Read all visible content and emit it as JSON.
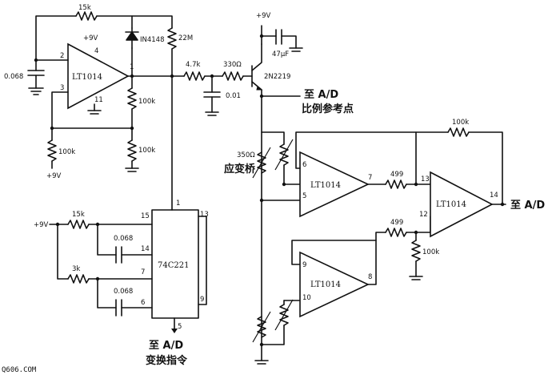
{
  "opamps": [
    {
      "label": "LT1014",
      "pins": {
        "inv": "2",
        "noninv": "3",
        "out": "1",
        "vplus": "4",
        "vminus": "11"
      }
    },
    {
      "label": "LT1014",
      "pins": {
        "inv": "6",
        "noninv": "5",
        "out": "7"
      }
    },
    {
      "label": "LT1014",
      "pins": {
        "inv": "9",
        "noninv": "10",
        "out": "8"
      }
    },
    {
      "label": "LT1014",
      "pins": {
        "inv": "13",
        "noninv": "12",
        "out": "14"
      }
    }
  ],
  "supply": {
    "v_opamp": "+9V",
    "v_transistor": "+9V",
    "v_bottom": "+9V",
    "v_chip": "+9V"
  },
  "components": {
    "r_feedback_top": "15k",
    "c_input": "0.068",
    "diode": "IN4148",
    "r_22m": "22M",
    "r_100k_mid": "100k",
    "r_100k_left": "100k",
    "r_100k_right": "100k",
    "r_47k": "4.7k",
    "c_001": "0.01",
    "r_330": "330Ω",
    "transistor": "2N2219",
    "c_47uf": "47μF",
    "r_chip_15k": "15k",
    "c_chip_1": "0.068",
    "r_chip_3k": "3k",
    "c_chip_2": "0.068",
    "r_499_top": "499",
    "r_499_bot": "499",
    "r_100k_fb": "100k",
    "r_100k_gnd": "100k",
    "bridge_r": "350Ω"
  },
  "chip": {
    "name": "74C221",
    "pins": {
      "p1": "1",
      "p13": "13",
      "p15": "15",
      "p14": "14",
      "p7": "7",
      "p6": "6",
      "p9": "9",
      "p5": "5"
    }
  },
  "text": {
    "to_ad_ref_line1": "至 A/D",
    "to_ad_ref_line2": "比例参考点",
    "bridge_label": "应变桥",
    "to_ad_out": "至 A/D",
    "to_ad_cmd_line1": "至 A/D",
    "to_ad_cmd_line2": "变换指令",
    "watermark": "Q606.COM"
  }
}
